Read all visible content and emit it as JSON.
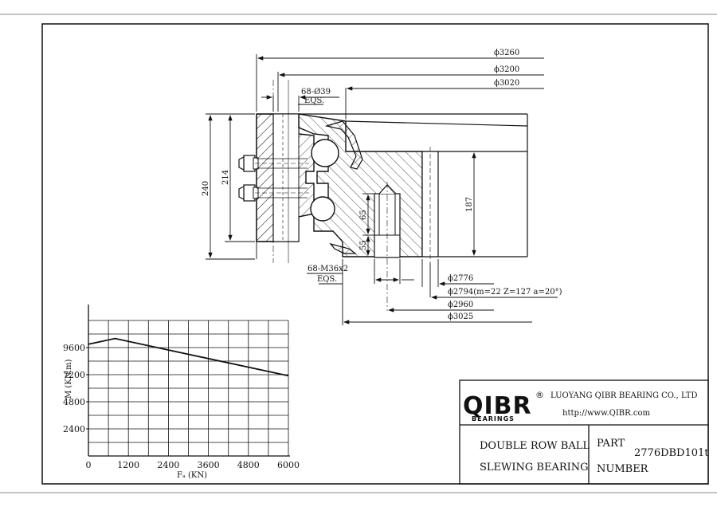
{
  "drawing": {
    "dims_outer": {
      "d3260": "ϕ3260",
      "d3200": "ϕ3200",
      "d3020": "ϕ3020"
    },
    "holes_top": {
      "count": "68-Ø39",
      "eqs": "EQS."
    },
    "bolts_bottom": {
      "count": "68-M36x2",
      "eqs": "EQS."
    },
    "heights": {
      "h240": "240",
      "h214": "214",
      "h187": "187",
      "h65": "65",
      "h55": "55"
    },
    "dims_inner": {
      "d2776": "ϕ2776",
      "d2794": "ϕ2794(m=22 Z=127 a=20°)",
      "d2960": "ϕ2960",
      "d3025": "ϕ3025"
    }
  },
  "chart_data": {
    "type": "line",
    "xlabel": "Fₐ (KN)",
    "ylabel": "M (KN.m)",
    "x_ticks": [
      "0",
      "1200",
      "2400",
      "3600",
      "4800",
      "6000"
    ],
    "y_ticks": [
      "2400",
      "4800",
      "7200",
      "9600"
    ],
    "xlim": [
      0,
      6000
    ],
    "ylim": [
      0,
      12000
    ],
    "grid": true,
    "series": [
      {
        "x": [
          0,
          800,
          6000
        ],
        "y": [
          9900,
          10400,
          7100
        ]
      }
    ]
  },
  "title_block": {
    "logo": "QIBR",
    "logo_sub": "BEARINGS",
    "registered": "®",
    "company": "LUOYANG QIBR BEARING CO., LTD",
    "website": "http://www.QIBR.com",
    "product_line1": "DOUBLE ROW BALL",
    "product_line2": "SLEWING BEARING",
    "part_label1": "PART",
    "part_label2": "NUMBER",
    "part_number": "2776DBD101t"
  }
}
